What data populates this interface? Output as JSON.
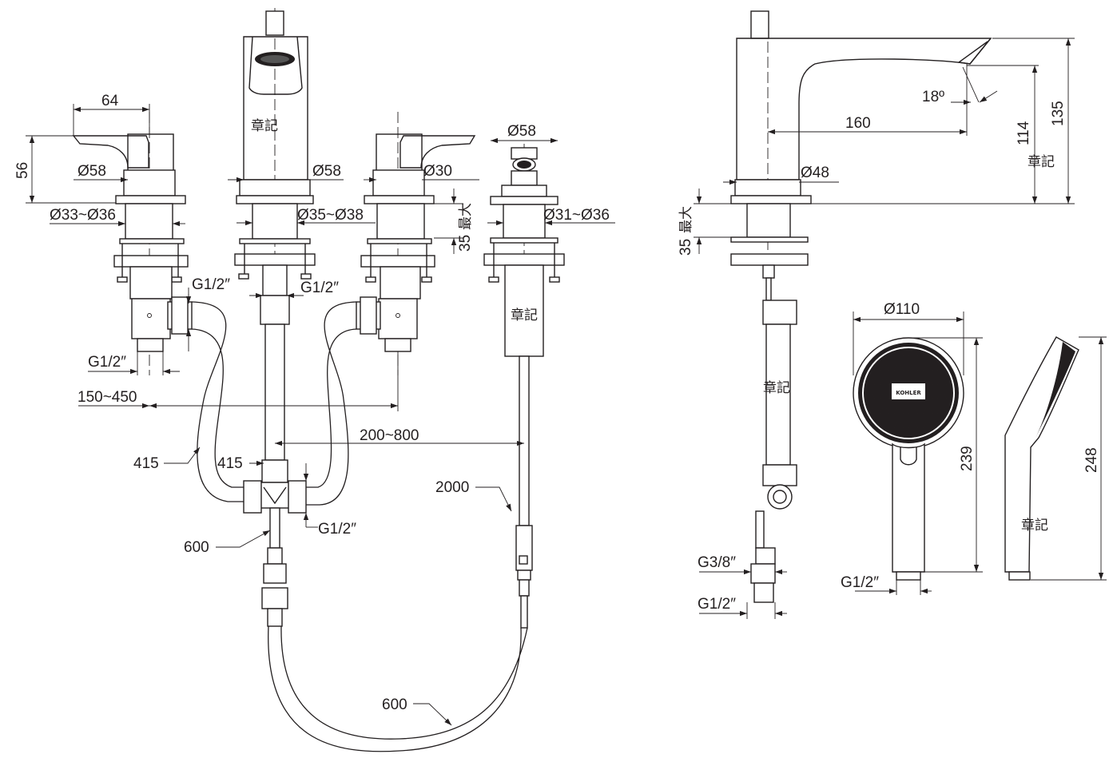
{
  "labels": {
    "w64": "64",
    "h56": "56",
    "d58_left": "Ø58",
    "d58_spout": "Ø58",
    "d30": "Ø30",
    "d58_diverter": "Ø58",
    "r33_36": "Ø33~Ø36",
    "r35_38": "Ø35~Ø38",
    "r31_36": "Ø31~Ø36",
    "max35_num": "35",
    "max35_cjk": "最大",
    "g12_a": "G1/2″",
    "g12_b": "G1/2″",
    "g12_c": "G1/2″",
    "g12_d": "G1/2″",
    "g12_side": "G1/2″",
    "g12_handshower": "G1/2″",
    "g38_side": "G3/8″",
    "span150_450": "150~450",
    "span200_800": "200~800",
    "l415_a": "415",
    "l415_b": "415",
    "l600_a": "600",
    "l600_b": "600",
    "l2000": "2000",
    "stamp": "章記",
    "angle18": "18º",
    "reach160": "160",
    "h114": "114",
    "h135": "135",
    "d48": "Ø48",
    "max35s_num": "35",
    "max35s_cjk": "最大",
    "d110": "Ø110",
    "h239": "239",
    "h248": "248",
    "brand": "KOHLER"
  }
}
